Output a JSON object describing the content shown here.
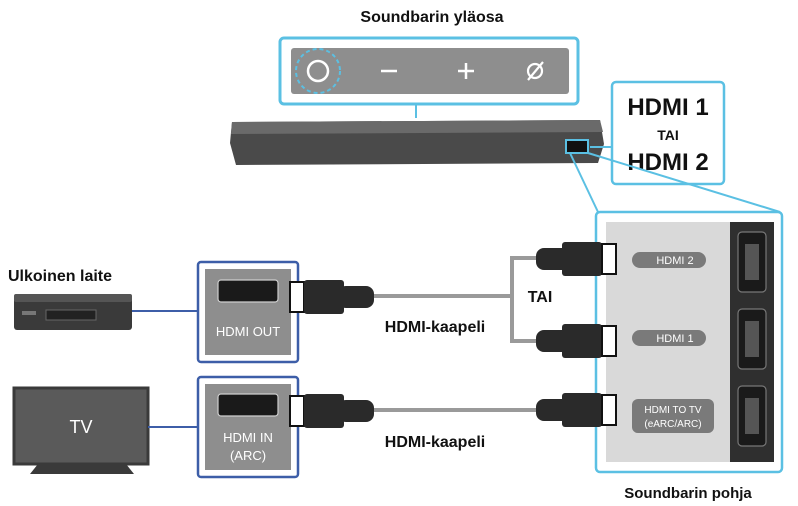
{
  "top_label": "Soundbarin yläosa",
  "top_buttons": [
    "power-icon",
    "volume-down-icon",
    "volume-up-icon",
    "mic-off-icon"
  ],
  "callout": {
    "line1": "HDMI 1",
    "line2": "TAI",
    "line3": "HDMI 2"
  },
  "external_device": {
    "label": "Ulkoinen laite",
    "port": "HDMI OUT"
  },
  "tv": {
    "label": "TV",
    "port_line1": "HDMI IN",
    "port_line2": "(ARC)"
  },
  "cable_label_1": "HDMI-kaapeli",
  "cable_label_2": "HDMI-kaapeli",
  "or_label": "TAI",
  "bottom_panel": {
    "label": "Soundbarin pohja",
    "ports": [
      "HDMI 2",
      "HDMI 1"
    ],
    "tv_port_line1": "HDMI TO TV",
    "tv_port_line2": "(eARC/ARC)"
  },
  "colors": {
    "accent": "#5bc0e3",
    "port_bg": "#8e8e8e",
    "cable": "#9a9a9a",
    "device_dark": "#3a3a3a"
  }
}
